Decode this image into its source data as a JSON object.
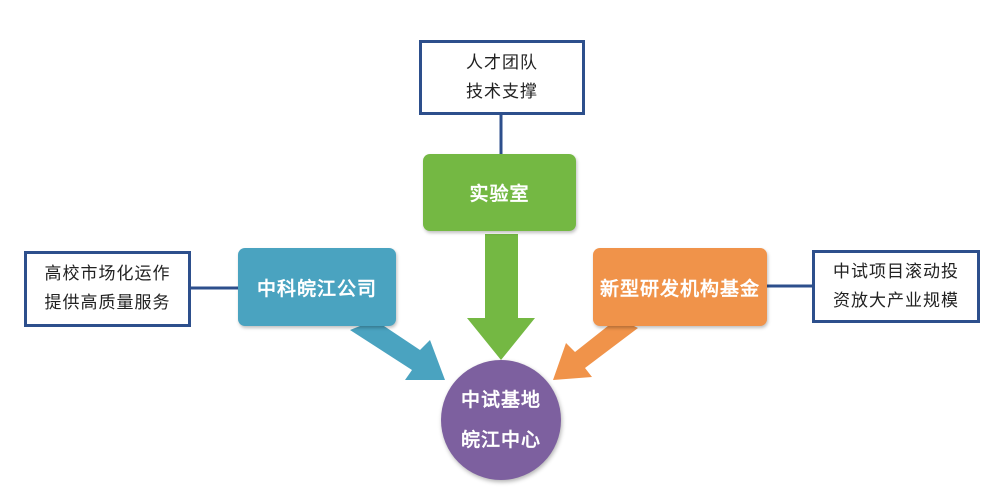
{
  "colors": {
    "note_border": "#2d4f8c",
    "lab": "#74b843",
    "company": "#4aa3c0",
    "fund": "#f0934a",
    "center": "#7d609f"
  },
  "top_note": {
    "line1": "人才团队",
    "line2": "技术支撑"
  },
  "left_note": {
    "line1": "高校市场化运作",
    "line2": "提供高质量服务"
  },
  "right_note": {
    "line1": "中试项目滚动投",
    "line2": "资放大产业规模"
  },
  "lab_node": {
    "label": "实验室"
  },
  "company_node": {
    "label": "中科皖江公司"
  },
  "fund_node": {
    "label": "新型研发机构基金"
  },
  "center_node": {
    "line1": "中试基地",
    "line2": "皖江中心"
  }
}
